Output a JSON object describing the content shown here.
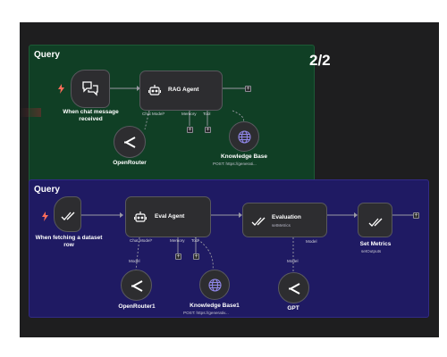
{
  "page_counter": "2/2",
  "groups": [
    {
      "label": "Query",
      "nodes": {
        "trigger": {
          "caption": "When chat message received"
        },
        "agent": {
          "title": "RAG Agent",
          "ports": {
            "chat_model": "Chat Model*",
            "memory": "Memory",
            "tool": "Tool"
          }
        },
        "openrouter": {
          "caption": "OpenRouter"
        },
        "kb": {
          "caption": "Knowledge Base",
          "sub": "POST: https://generati..."
        }
      }
    },
    {
      "label": "Query",
      "nodes": {
        "trigger": {
          "caption": "When fetching a dataset row"
        },
        "agent": {
          "title": "Eval Agent",
          "ports": {
            "chat_model": "Chat Model*",
            "memory": "Memory",
            "tool": "Tool"
          }
        },
        "evaluation": {
          "title": "Evaluation",
          "sub": "setMetrics",
          "port": "Model"
        },
        "set_metrics": {
          "caption": "Set Metrics",
          "sub": "setOutputs"
        },
        "openrouter": {
          "caption": "OpenRouter1",
          "port": "Model"
        },
        "kb": {
          "caption": "Knowledge Base1",
          "sub": "POST: https://generativ..."
        },
        "gpt": {
          "caption": "GPT",
          "port": "Model"
        }
      }
    }
  ],
  "colors": {
    "green_group": "#103f25",
    "purple_group": "#1f1a63",
    "node": "#2d2d30",
    "canvas": "#1e1e1f",
    "trigger_bolt": "#ff6d5a"
  },
  "icons": {
    "chat": "chat-bubbles-icon",
    "agent": "robot-icon",
    "model": "openrouter-icon",
    "kb": "globe-icon",
    "check": "double-check-icon",
    "bolt": "lightning-icon"
  }
}
